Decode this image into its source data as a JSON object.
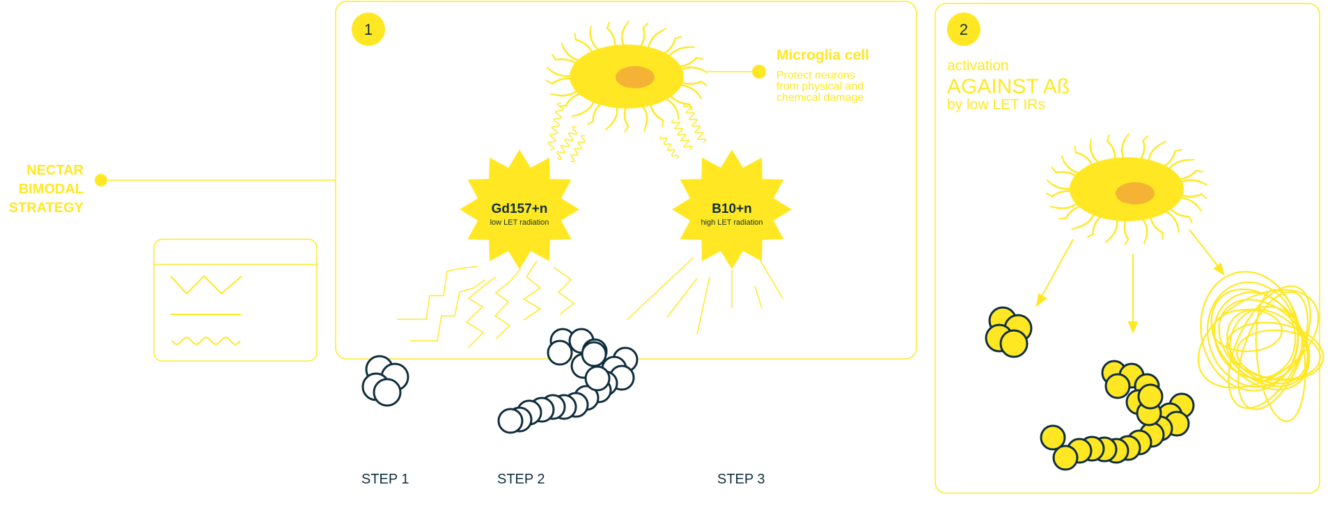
{
  "colors": {
    "accent": "#FFE823",
    "nucleus": "#F5B335",
    "dark": "#0F2D3C",
    "white": "#FFFFFF"
  },
  "strategy": {
    "line1": "NECTAR",
    "line2": "BIMODAL",
    "line3": "STRATEGY"
  },
  "panel1": {
    "badge": "1",
    "microglia_title": "Microglia cell",
    "microglia_desc_1": "Protect neurons",
    "microglia_desc_2": "from physical and",
    "microglia_desc_3": "chemical damage",
    "gd_title": "Gd157+n",
    "gd_sub": "low LET radiation",
    "b_title": "B10+n",
    "b_sub": "high LET radiation"
  },
  "steps": {
    "step1": "STEP 1",
    "step2": "STEP 2",
    "step3": "STEP 3"
  },
  "panel2": {
    "badge": "2",
    "line1": "activation",
    "line2": "AGAINST Aß",
    "line3": "by low LET IRs"
  }
}
